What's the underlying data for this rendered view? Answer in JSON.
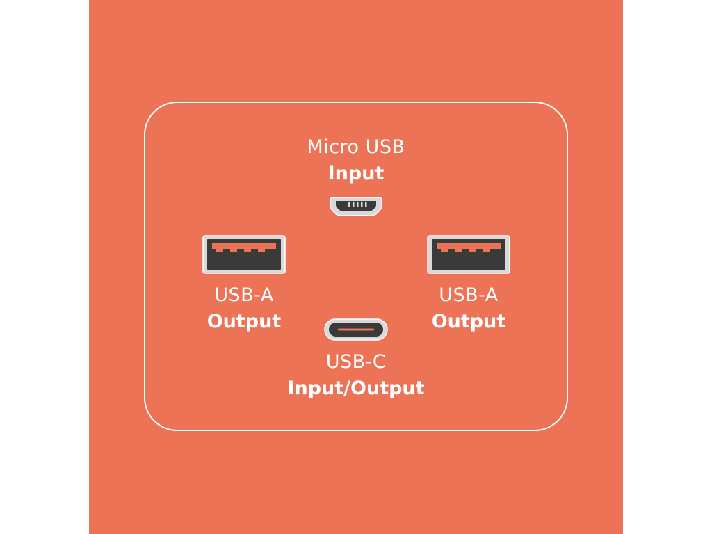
{
  "ports": {
    "micro_usb": {
      "name": "Micro USB",
      "role": "Input",
      "icon": "micro-usb-port-icon"
    },
    "usb_a_left": {
      "name": "USB-A",
      "role": "Output",
      "icon": "usb-a-port-icon"
    },
    "usb_a_right": {
      "name": "USB-A",
      "role": "Output",
      "icon": "usb-a-port-icon"
    },
    "usb_c": {
      "name": "USB-C",
      "role": "Input/Output",
      "icon": "usb-c-port-icon"
    }
  },
  "colors": {
    "background": "#EC7356",
    "outline": "#ffffff",
    "port_body": "#3a3a3a",
    "port_frame": "#d9d9d9",
    "contact": "#EC7356"
  }
}
